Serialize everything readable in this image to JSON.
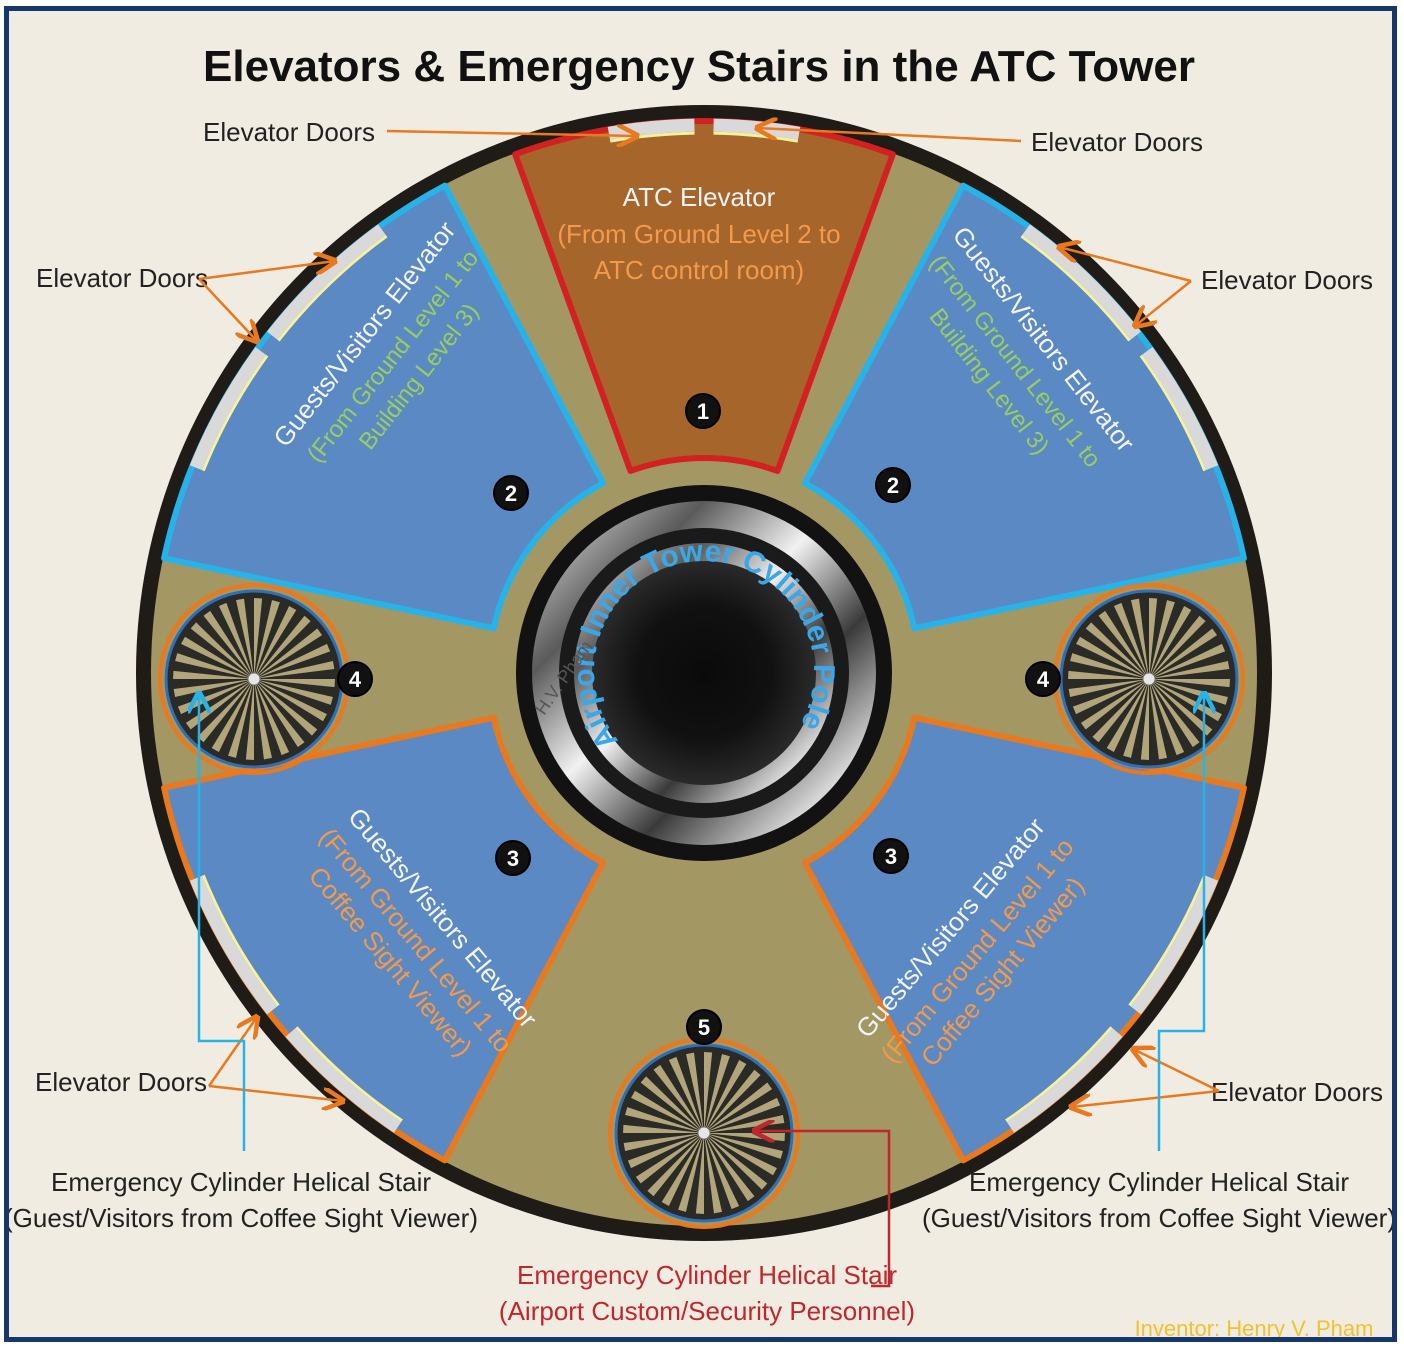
{
  "title": "Elevators & Emergency Stairs in the ATC Tower",
  "colors": {
    "frame": "#16366e",
    "ring": "#1f1c18",
    "floor": "#a39763",
    "atc_elevator": "#a5652b",
    "guest_elevator": "#5b89c3",
    "blue_outline": "#27b3e8",
    "orange_outline": "#e8791e",
    "red_outline": "#d32020",
    "arrow": "#e8791e",
    "red_arrow": "#c0272d",
    "cyan_arrow": "#27b3e8"
  },
  "atc_elevator": {
    "title": "ATC Elevator",
    "line1": "(From Ground Level 2 to",
    "line2": "ATC control room)",
    "number": "1"
  },
  "guest_elevator_upper": {
    "title": "Guests/Visitors Elevator",
    "line1": "(From Ground Level 1 to",
    "line2": "Building Level 3)",
    "number": "2"
  },
  "guest_elevator_lower": {
    "title": "Guests/Visitors Elevator",
    "line1": "(From Ground Level 1 to",
    "line2": "Coffee Sight Viewer)",
    "number": "3"
  },
  "stair_side_number": "4",
  "stair_bottom_number": "5",
  "inner_pole_label": "Airport Inner Tower Cylinder Pole",
  "watermark": "H.V. Pham",
  "callouts": {
    "elevator_doors": "Elevator Doors",
    "stair_guest_line1": "Emergency Cylinder Helical Stair",
    "stair_guest_line2": "(Guest/Visitors from Coffee Sight Viewer)",
    "stair_security_line1": "Emergency Cylinder Helical Stair",
    "stair_security_line2": "(Airport Custom/Security Personnel)"
  },
  "inventor": "Inventor: Henry V. Pham"
}
